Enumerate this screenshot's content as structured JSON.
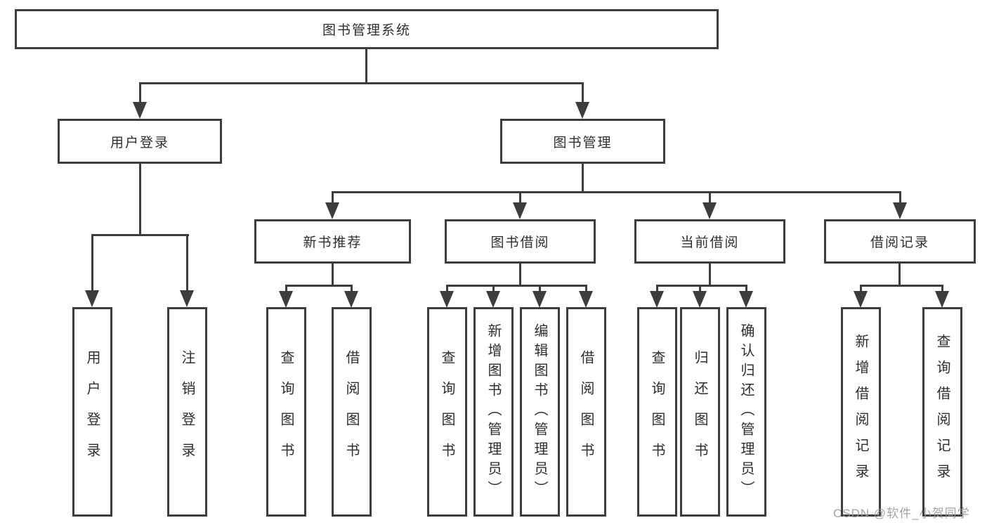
{
  "colors": {
    "line": "#3d3d3d",
    "text": "#2e2e2e",
    "watermark": "#9a9a9a"
  },
  "tree": {
    "root": "图书管理系统",
    "branches": [
      {
        "label": "用户登录",
        "children": [
          "用户登录",
          "注销登录"
        ]
      },
      {
        "label": "图书管理",
        "sections": [
          {
            "label": "新书推荐",
            "children": [
              "查询图书",
              "借阅图书"
            ]
          },
          {
            "label": "图书借阅",
            "children": [
              "查询图书",
              "新增图书（管理员）",
              "编辑图书（管理员）",
              "借阅图书"
            ]
          },
          {
            "label": "当前借阅",
            "children": [
              "查询图书",
              "归还图书",
              "确认归还（管理员）"
            ]
          },
          {
            "label": "借阅记录",
            "children": [
              "新增借阅记录",
              "查询借阅记录"
            ]
          }
        ]
      }
    ]
  },
  "watermark": {
    "text": "CSDN @软件_小贺同学"
  }
}
